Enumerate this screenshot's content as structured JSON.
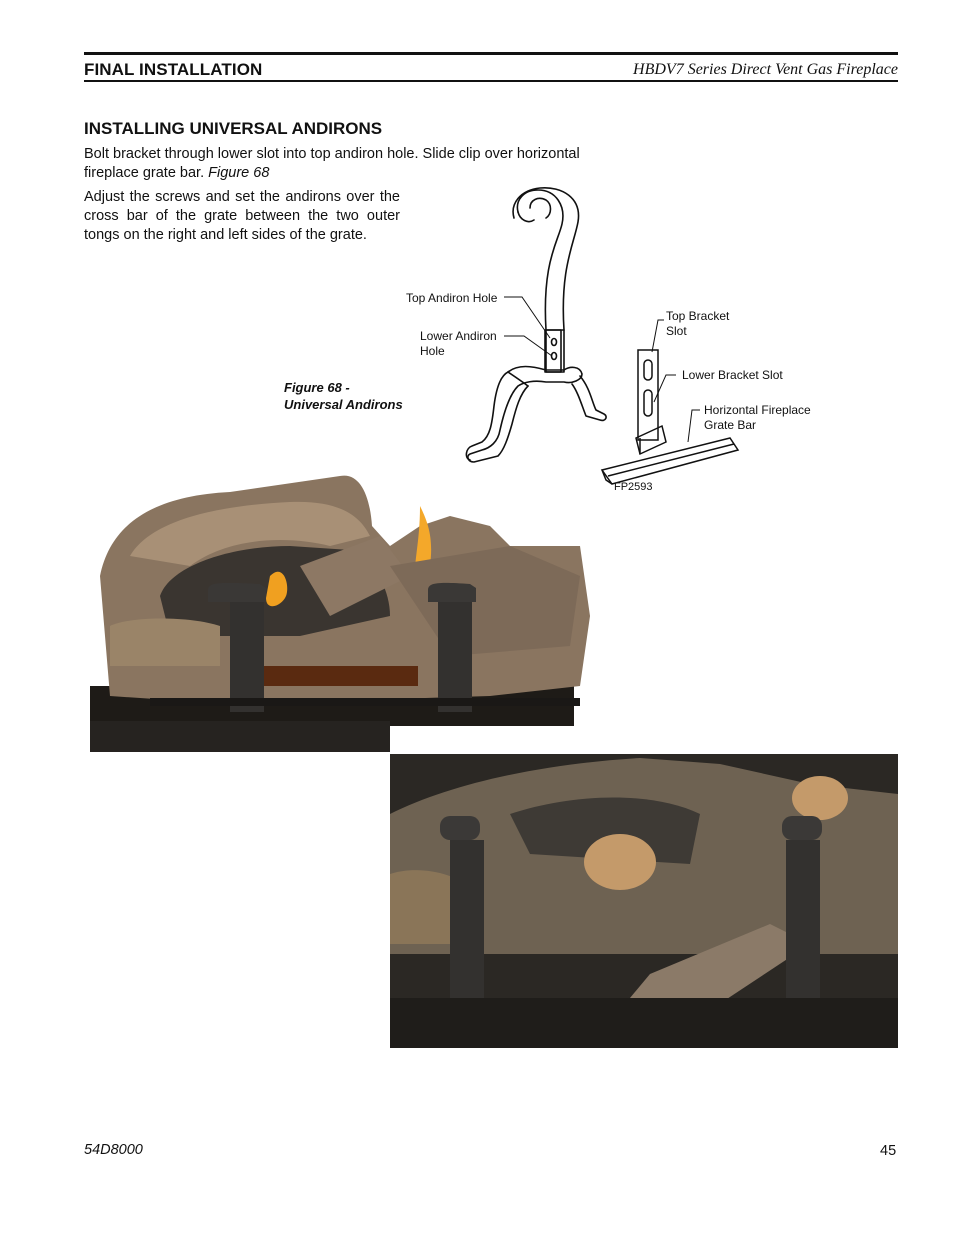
{
  "header": {
    "section": "FINAL INSTALLATION",
    "document": "HBDV7 Series Direct Vent Gas Fireplace"
  },
  "content": {
    "heading": "INSTALLING UNIVERSAL ANDIRONS",
    "para1_text": "Bolt bracket through lower slot into top andiron hole. Slide clip over horizontal fireplace grate bar.",
    "para1_ref": "Figure 68",
    "para2": "Adjust the screws and set the andirons over the cross bar of the grate between the two outer tongs on the right and left sides of the grate."
  },
  "figure": {
    "caption_line1": "Figure 68 -",
    "caption_line2": "Universal Andirons",
    "labels": {
      "top_andiron_hole": "Top Andiron Hole",
      "lower_andiron_hole_1": "Lower Andiron",
      "lower_andiron_hole_2": "Hole",
      "top_bracket_slot_1": "Top Bracket",
      "top_bracket_slot_2": "Slot",
      "lower_bracket_slot": "Lower Bracket Slot",
      "grate_bar_1": "Horizontal Fireplace",
      "grate_bar_2": "Grate Bar",
      "part_code": "FP2593"
    }
  },
  "footer": {
    "doc_number": "54D8000",
    "page_number": "45"
  }
}
